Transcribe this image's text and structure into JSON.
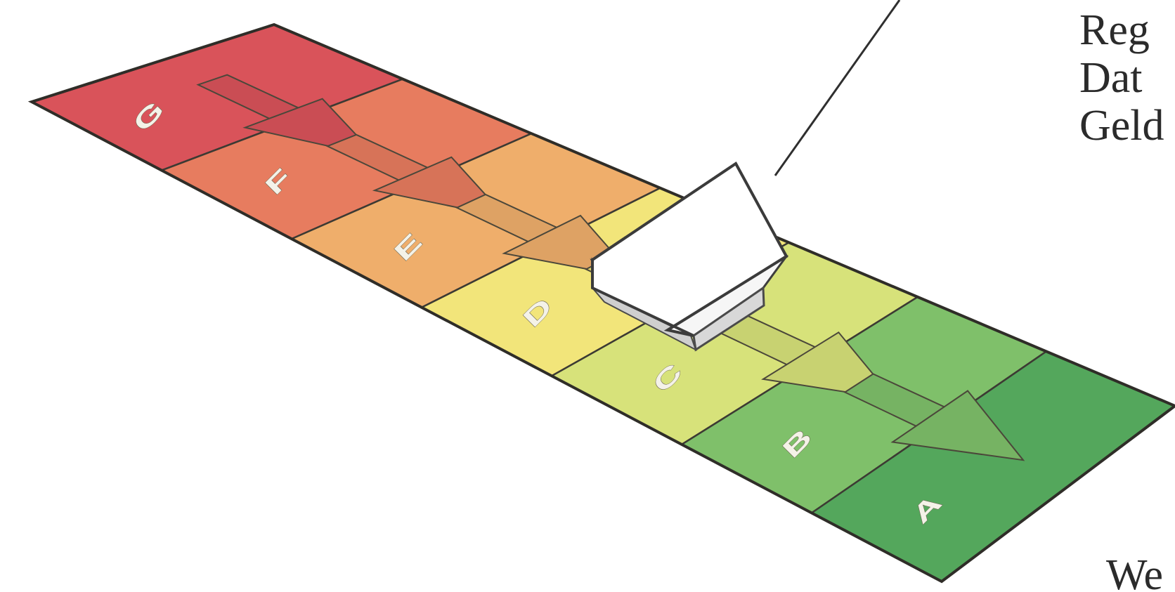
{
  "energy_label": {
    "bands": [
      {
        "letter": "G",
        "color": "#d9535a"
      },
      {
        "letter": "F",
        "color": "#e77c5f"
      },
      {
        "letter": "E",
        "color": "#efae6b"
      },
      {
        "letter": "D",
        "color": "#f2e57a"
      },
      {
        "letter": "C",
        "color": "#d7e27a"
      },
      {
        "letter": "B",
        "color": "#7fc06a"
      },
      {
        "letter": "A",
        "color": "#54a75c"
      }
    ]
  },
  "house": {
    "icon": "house-icon",
    "color": "#f4f4f4"
  },
  "text_fragments": {
    "line1": "Reg",
    "line2": "Dat",
    "line3": "Geld",
    "bottom": "We"
  }
}
